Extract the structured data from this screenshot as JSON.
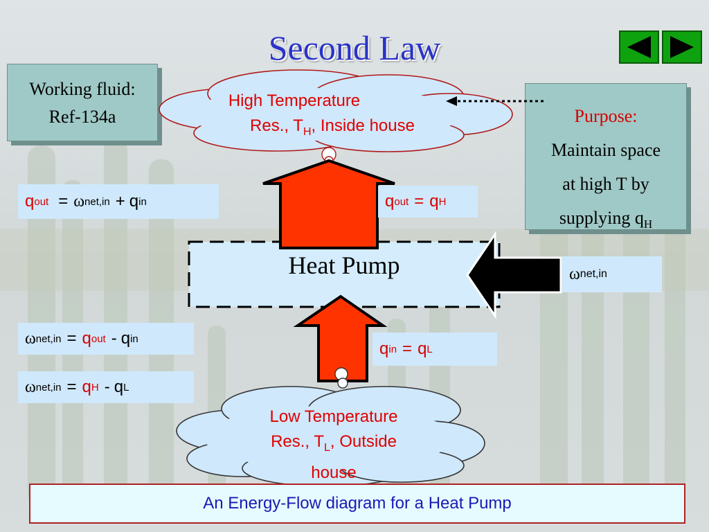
{
  "title": "Second Law",
  "working_fluid": {
    "line1": "Working fluid:",
    "line2": "Ref-134a"
  },
  "purpose": {
    "heading": "Purpose:",
    "line1": "Maintain space",
    "line2": "at high T by",
    "line3_prefix": "supplying q",
    "line3_sub": "H"
  },
  "high_res": {
    "line1": "High Temperature",
    "line2_prefix": "Res., T",
    "line2_sub": "H",
    "line2_suffix": ", Inside house"
  },
  "low_res": {
    "line1": "Low Temperature",
    "line2_prefix": "Res., T",
    "line2_sub": "L",
    "line2_suffix": ", Outside",
    "line3": "house"
  },
  "heat_pump_label": "Heat Pump",
  "caption": "An Energy-Flow diagram for a Heat Pump",
  "symbols": {
    "omega": "ω",
    "q": "q",
    "eq": "=",
    "plus": "+",
    "minus": "-"
  },
  "subs": {
    "out": "out",
    "in": "in",
    "net_in": "net,in",
    "H": "H",
    "L": "L"
  },
  "colors": {
    "title": "#2a33c8",
    "accent_red": "#d60000",
    "arrow_red": "#ff3300",
    "label_bg": "#cfe8fb",
    "nav_green": "#0ea20e"
  },
  "nav": {
    "prev_icon": "triangle-left-icon",
    "next_icon": "triangle-right-icon"
  }
}
